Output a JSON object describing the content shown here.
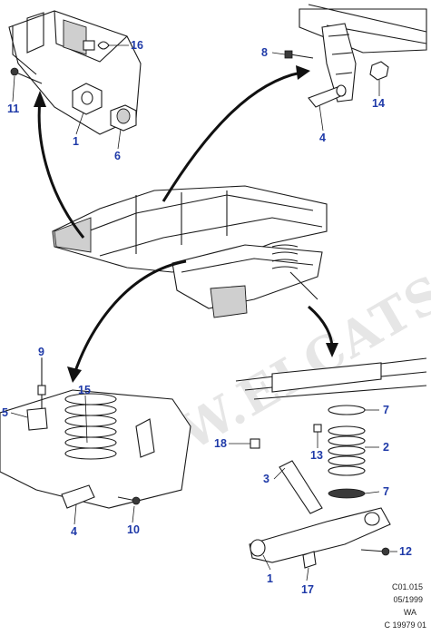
{
  "watermark": "WWW.ELCATS.RU",
  "callouts": {
    "c1_top": "1",
    "c6": "6",
    "c11": "11",
    "c16": "16",
    "c8": "8",
    "c14": "14",
    "c4_top": "4",
    "c9": "9",
    "c5": "5",
    "c15": "15",
    "c4_bottom": "4",
    "c10": "10",
    "c7_upper": "7",
    "c2": "2",
    "c18": "18",
    "c13": "13",
    "c3": "3",
    "c7_lower": "7",
    "c12": "12",
    "c1_bottom": "1",
    "c17": "17"
  },
  "drawing_code": {
    "line1": "C01.015",
    "line2": "05/1999",
    "line3": "WA",
    "line4": "C 19979 01"
  }
}
